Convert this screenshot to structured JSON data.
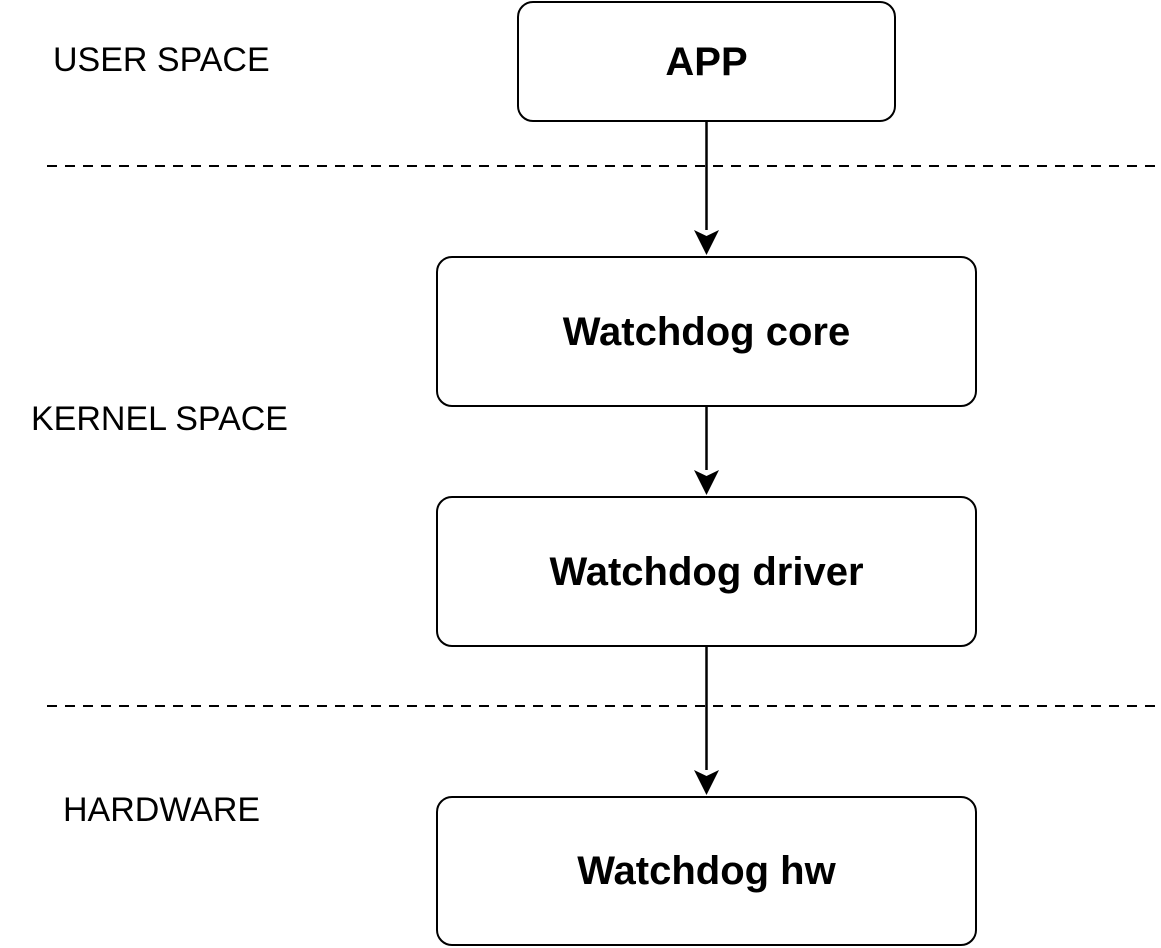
{
  "layers": {
    "user_space": "USER SPACE",
    "kernel_space": "KERNEL SPACE",
    "hardware": "HARDWARE"
  },
  "nodes": {
    "app": "APP",
    "watchdog_core": "Watchdog core",
    "watchdog_driver": "Watchdog driver",
    "watchdog_hw": "Watchdog hw"
  },
  "edges": [
    {
      "from": "app",
      "to": "watchdog_core"
    },
    {
      "from": "watchdog_core",
      "to": "watchdog_driver"
    },
    {
      "from": "watchdog_driver",
      "to": "watchdog_hw"
    }
  ],
  "colors": {
    "stroke": "#000000",
    "background": "#ffffff"
  }
}
